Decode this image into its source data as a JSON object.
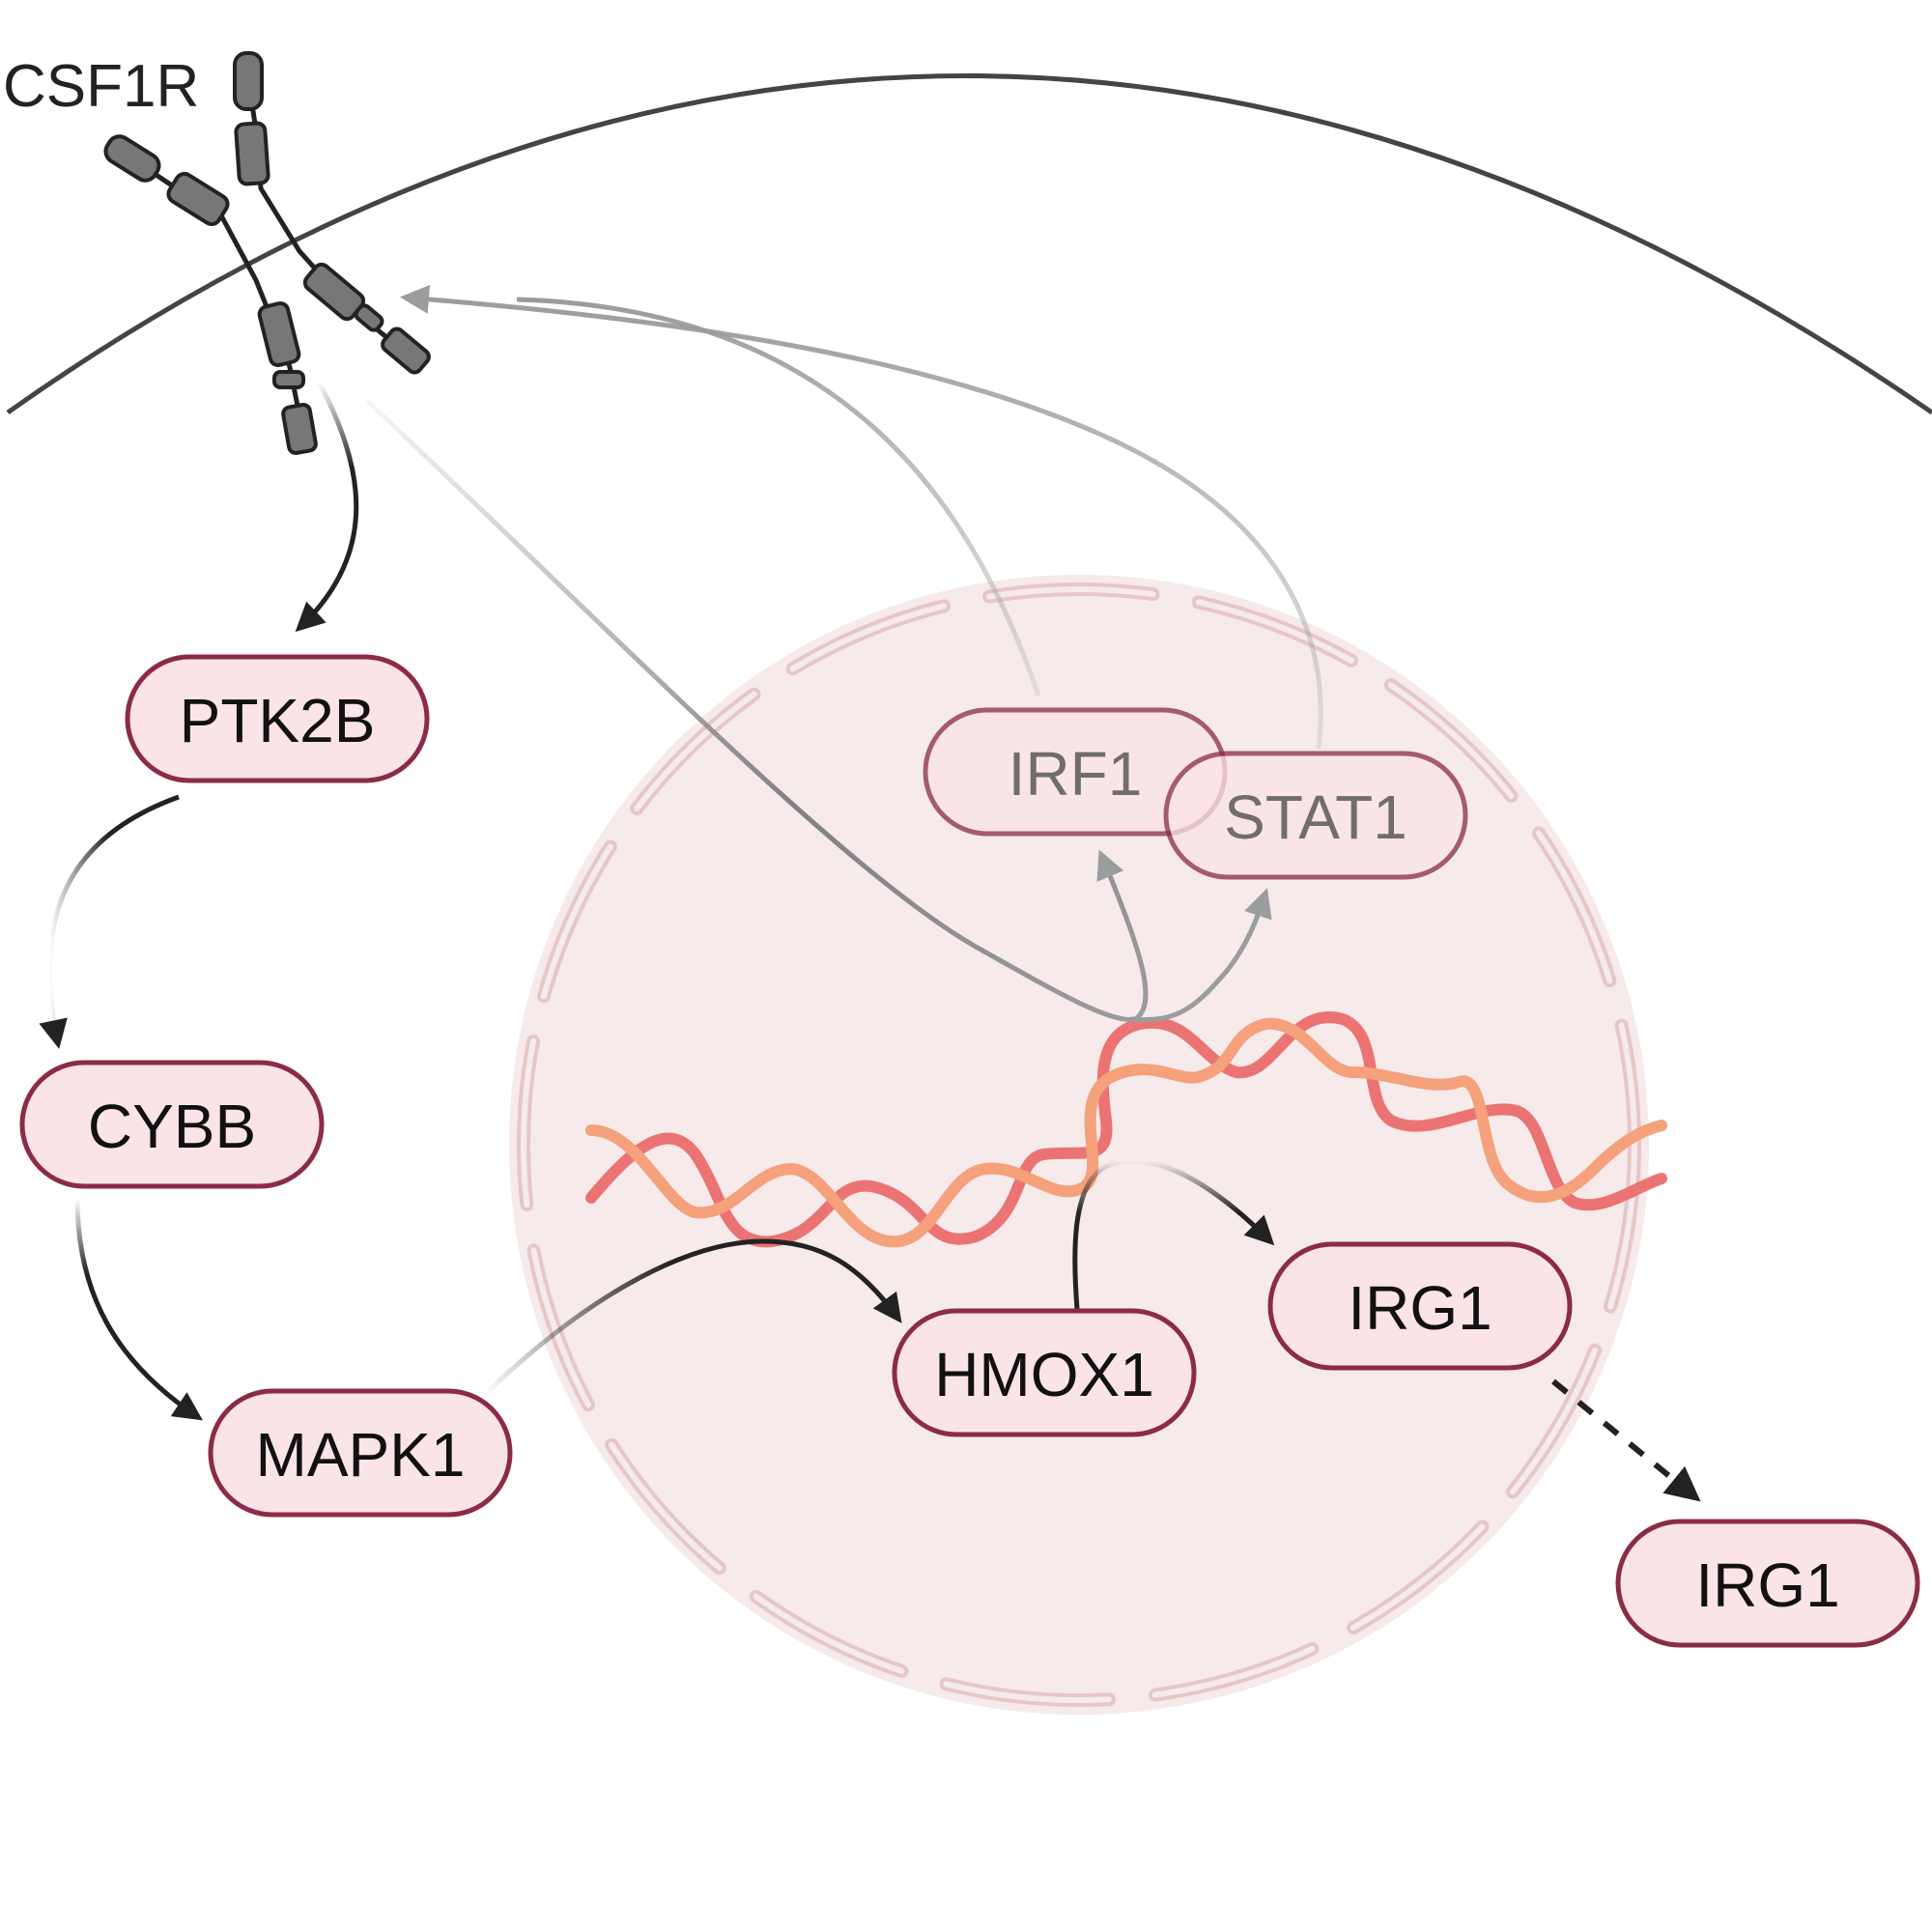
{
  "receptor": {
    "label": "CSF1R"
  },
  "nodes": {
    "ptk2b": "PTK2B",
    "cybb": "CYBB",
    "mapk1": "MAPK1",
    "irf1": "IRF1",
    "stat1": "STAT1",
    "hmox1": "HMOX1",
    "irg1_nuclear": "IRG1",
    "irg1_cytoplasm": "IRG1"
  },
  "colors": {
    "node_fill": "#fbe4e8",
    "node_stroke": "#8b2b48",
    "nucleus_fill": "#f6eaea",
    "nucleus_envelope": "#e7c6c8",
    "membrane": "#444444",
    "receptor_fill": "#777777",
    "dna_strand_a": "#ec7373",
    "dna_strand_b": "#f4a17c",
    "arrow_dark": "#222222",
    "arrow_gray": "#9a9c9e"
  },
  "edges": [
    {
      "from": "CSF1R",
      "to": "PTK2B",
      "style": "solid"
    },
    {
      "from": "PTK2B",
      "to": "CYBB",
      "style": "solid"
    },
    {
      "from": "CYBB",
      "to": "MAPK1",
      "style": "solid"
    },
    {
      "from": "MAPK1",
      "to": "HMOX1",
      "style": "solid"
    },
    {
      "from": "HMOX1",
      "to": "IRG1",
      "style": "solid"
    },
    {
      "from": "IRG1",
      "to": "IRG1",
      "style": "dashed"
    },
    {
      "from": "CSF1R",
      "to": "IRF1",
      "style": "solid-gray"
    },
    {
      "from": "CSF1R",
      "to": "STAT1",
      "style": "solid-gray"
    },
    {
      "from": "IRF1",
      "to": "CSF1R",
      "style": "solid-gray"
    },
    {
      "from": "STAT1",
      "to": "CSF1R",
      "style": "solid-gray"
    }
  ]
}
